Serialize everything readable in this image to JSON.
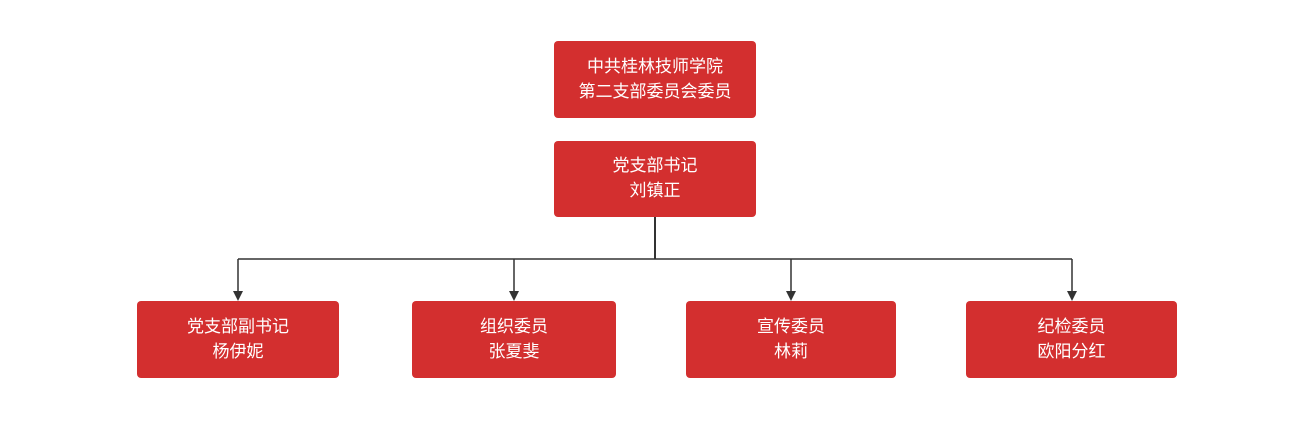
{
  "diagram": {
    "root": {
      "line1": "中共桂林技师学院",
      "line2": "第二支部委员会委员"
    },
    "secretary": {
      "title": "党支部书记",
      "name": "刘镇正"
    },
    "members": [
      {
        "title": "党支部副书记",
        "name": "杨伊妮"
      },
      {
        "title": "组织委员",
        "name": "张夏斐"
      },
      {
        "title": "宣传委员",
        "name": "林莉"
      },
      {
        "title": "纪检委员",
        "name": "欧阳分红"
      }
    ],
    "colors": {
      "node_fill": "#d32f2f",
      "node_text": "#ffffff",
      "connector": "#333333"
    }
  }
}
